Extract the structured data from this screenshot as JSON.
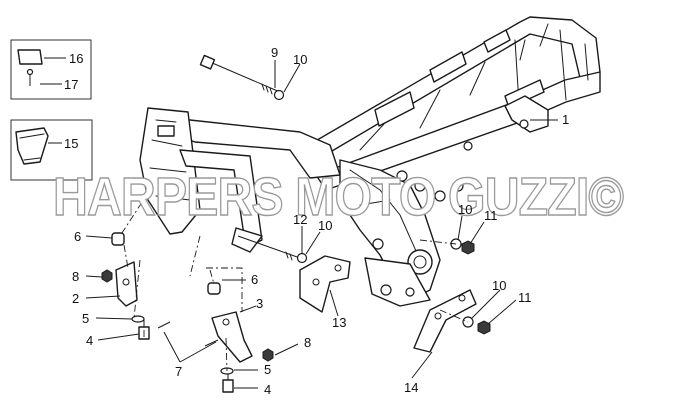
{
  "watermark": "HARPERS MOTO GUZZI©",
  "callouts": [
    "1",
    "2",
    "3",
    "4",
    "4",
    "5",
    "5",
    "6",
    "6",
    "7",
    "8",
    "8",
    "9",
    "10",
    "10",
    "10",
    "10",
    "11",
    "11",
    "12",
    "13",
    "14",
    "15",
    "16",
    "17"
  ],
  "inset_box_top": {
    "labels": [
      "16",
      "17"
    ]
  },
  "inset_box_bottom": {
    "labels": [
      "15"
    ]
  }
}
